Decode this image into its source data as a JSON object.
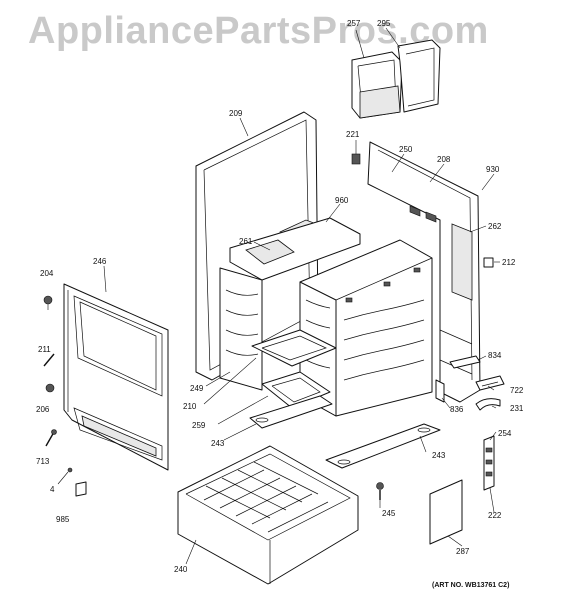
{
  "watermark": "AppliancePartsPros.com",
  "art_number": "(ART NO. WB13761 C2)",
  "callouts": {
    "c257": "257",
    "c295": "295",
    "c209": "209",
    "c221": "221",
    "c250": "250",
    "c208": "208",
    "c930": "930",
    "c960": "960",
    "c262": "262",
    "c261": "261",
    "c204": "204",
    "c246": "246",
    "c212": "212",
    "c211": "211",
    "c834": "834",
    "c249": "249",
    "c722": "722",
    "c206": "206",
    "c210": "210",
    "c836": "836",
    "c231": "231",
    "c259": "259",
    "c243a": "243",
    "c254": "254",
    "c713": "713",
    "c243b": "243",
    "c4": "4",
    "c985": "985",
    "c245": "245",
    "c222": "222",
    "c240": "240",
    "c287": "287"
  }
}
